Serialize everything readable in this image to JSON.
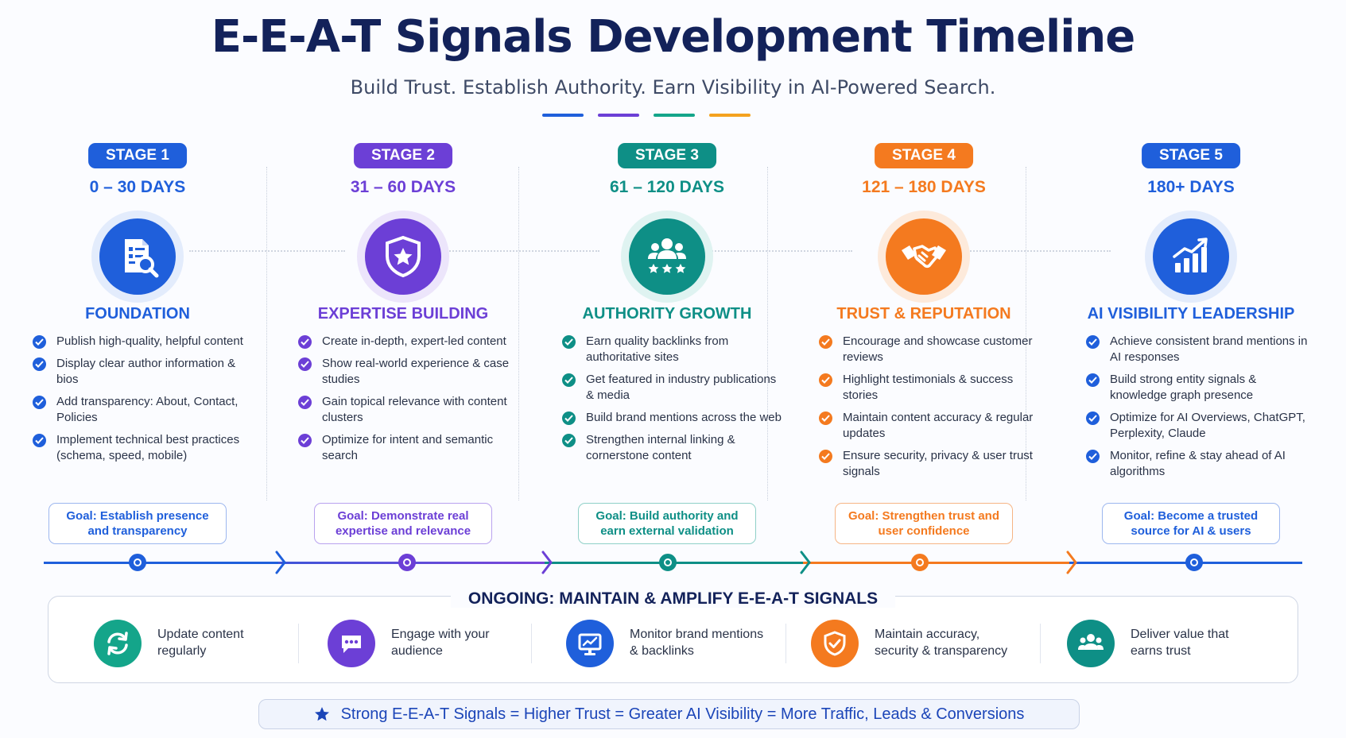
{
  "header": {
    "title": "E-E-A-T Signals Development Timeline",
    "subtitle": "Build Trust. Establish Authority. Earn Visibility in AI-Powered Search."
  },
  "stages": [
    {
      "badge": "STAGE 1",
      "days": "0 – 30 DAYS",
      "name": "FOUNDATION",
      "color": "#1f5fdb",
      "light": "#e3ecfc",
      "icon": "document-search-icon",
      "items": [
        "Publish high-quality, helpful content",
        "Display clear author information & bios",
        "Add transparency: About, Contact, Policies",
        "Implement technical best practices (schema, speed, mobile)"
      ],
      "goal": "Goal: Establish presence and transparency"
    },
    {
      "badge": "STAGE 2",
      "days": "31 – 60 DAYS",
      "name": "EXPERTISE BUILDING",
      "color": "#6c3fd6",
      "light": "#ece5fb",
      "icon": "shield-star-icon",
      "items": [
        "Create in-depth, expert-led content",
        "Show real-world experience & case studies",
        "Gain topical relevance with content clusters",
        "Optimize for intent and semantic search"
      ],
      "goal": "Goal: Demonstrate real expertise and relevance"
    },
    {
      "badge": "STAGE 3",
      "days": "61 – 120 DAYS",
      "name": "AUTHORITY GROWTH",
      "color": "#0e8f86",
      "light": "#dff3f1",
      "icon": "users-stars-icon",
      "items": [
        "Earn quality backlinks from authoritative sites",
        "Get featured in industry publications & media",
        "Build brand mentions across the web",
        "Strengthen internal linking & cornerstone content"
      ],
      "goal": "Goal: Build authority and earn external validation"
    },
    {
      "badge": "STAGE 4",
      "days": "121 – 180 DAYS",
      "name": "TRUST & REPUTATION",
      "color": "#f47a1f",
      "light": "#fdeadb",
      "icon": "handshake-icon",
      "items": [
        "Encourage and showcase customer reviews",
        "Highlight testimonials & success stories",
        "Maintain content accuracy & regular updates",
        "Ensure security, privacy & user trust signals"
      ],
      "goal": "Goal: Strengthen trust and user confidence"
    },
    {
      "badge": "STAGE 5",
      "days": "180+ DAYS",
      "name": "AI VISIBILITY LEADERSHIP",
      "color": "#1f5fdb",
      "light": "#e3ecfc",
      "icon": "bar-chart-growth-icon",
      "items": [
        "Achieve consistent brand mentions in AI responses",
        "Build strong entity signals & knowledge graph presence",
        "Optimize for AI Overviews, ChatGPT, Perplexity, Claude",
        "Monitor, refine & stay ahead of AI algorithms"
      ],
      "goal": "Goal: Become a trusted source for AI & users"
    }
  ],
  "ongoing": {
    "title": "ONGOING: MAINTAIN & AMPLIFY E-E-A-T SIGNALS",
    "items": [
      {
        "text": "Update content regularly",
        "color": "#14a58a",
        "icon": "refresh-icon"
      },
      {
        "text": "Engage with your audience",
        "color": "#6c3fd6",
        "icon": "chat-bubble-icon"
      },
      {
        "text": "Monitor brand mentions & backlinks",
        "color": "#1f5fdb",
        "icon": "monitor-chart-icon"
      },
      {
        "text": "Maintain accuracy, security & transparency",
        "color": "#f47a1f",
        "icon": "shield-check-icon"
      },
      {
        "text": "Deliver value that earns trust",
        "color": "#0e8f86",
        "icon": "group-icon"
      }
    ]
  },
  "footer": {
    "icon": "star-icon",
    "text": "Strong E-E-A-T Signals = Higher Trust = Greater AI Visibility = More Traffic, Leads & Conversions"
  }
}
